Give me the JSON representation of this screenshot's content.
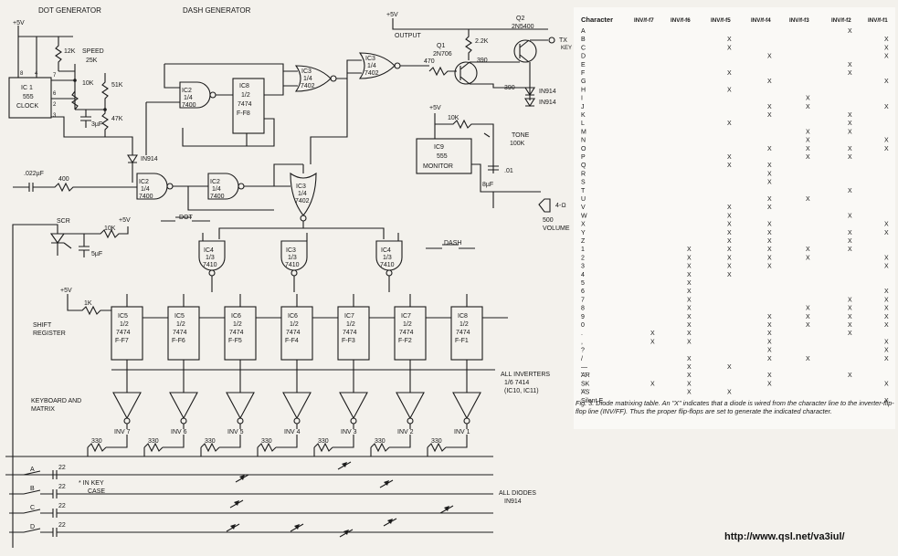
{
  "schematic": {
    "title_dot": "DOT GENERATOR",
    "title_dash": "DASH GENERATOR",
    "ic1": [
      "IC 1",
      "555",
      "CLOCK"
    ],
    "ic2a": [
      "IC2",
      "1/4",
      "7400"
    ],
    "ic2b": [
      "IC2",
      "1/4",
      "7400"
    ],
    "ic2c": [
      "IC2",
      "1/4",
      "7400"
    ],
    "ic8a": [
      "IC8",
      "1/2",
      "7474",
      "F-F8"
    ],
    "ic3a": [
      "IC3",
      "1/4",
      "7402"
    ],
    "ic3b": [
      "IC3",
      "1/4",
      "7402"
    ],
    "ic3c": [
      "IC3",
      "1/4",
      "7402"
    ],
    "ic3d": [
      "IC3",
      "1/3",
      "7410"
    ],
    "ic4a": [
      "IC4",
      "1/3",
      "7410"
    ],
    "ic4b": [
      "IC4",
      "1/3",
      "7410"
    ],
    "ic9": [
      "IC9",
      "555",
      "MONITOR"
    ],
    "q1": [
      "Q1",
      "2N706"
    ],
    "q2": [
      "Q2",
      "2N5400"
    ],
    "labels": {
      "plus5": "+5V",
      "r12k": "12K",
      "speed": "SPEED",
      "r25k": "25K",
      "r10k": "10K",
      "r51k": "51K",
      "r47k": "47K",
      "c3uf": "3µF",
      "d1": "IN914",
      "c022": ".022µF",
      "r400": "400",
      "scr": "SCR",
      "c5uf": "5µF",
      "dot": "DOT",
      "dash": "DASH",
      "output": "OUTPUT",
      "r22k": "2.2K",
      "r470": "470",
      "r390a": "390",
      "r390b": "390",
      "d2": "IN914",
      "d3": "IN914",
      "tx": "TX",
      "key": "KEY",
      "tone": "TONE",
      "r100k": "100K",
      "c01": ".01",
      "c8uf": "8µF",
      "spk": "4-Ω",
      "volume": "500",
      "volume2": "VOLUME",
      "r1k": "1K",
      "shift": "SHIFT",
      "register": "REGISTER",
      "kbd1": "KEYBOARD AND",
      "kbd2": "MATRIX",
      "inv1": "ALL INVERTERS",
      "inv2": "1/6 7414",
      "inv3": "(IC10, IC11)",
      "r330": "330",
      "c22": "22",
      "inkey1": "* IN KEY",
      "inkey2": "CASE",
      "diodes1": "ALL DIODES",
      "diodes2": "IN914",
      "keyA": "A",
      "keyB": "B",
      "keyC": "C",
      "keyD": "D"
    },
    "flipflops": [
      {
        "ic": "IC5",
        "part": "1/2",
        "type": "7474",
        "ff": "F-F7"
      },
      {
        "ic": "IC5",
        "part": "1/2",
        "type": "7474",
        "ff": "F-F6"
      },
      {
        "ic": "IC6",
        "part": "1/2",
        "type": "7474",
        "ff": "F-F5"
      },
      {
        "ic": "IC6",
        "part": "1/2",
        "type": "7474",
        "ff": "F-F4"
      },
      {
        "ic": "IC7",
        "part": "1/2",
        "type": "7474",
        "ff": "F-F3"
      },
      {
        "ic": "IC7",
        "part": "1/2",
        "type": "7474",
        "ff": "F-F2"
      },
      {
        "ic": "IC8",
        "part": "1/2",
        "type": "7474",
        "ff": "F-F1"
      }
    ],
    "inverters": [
      "INV 7",
      "INV 6",
      "INV 5",
      "INV 4",
      "INV 3",
      "INV 2",
      "INV 1"
    ]
  },
  "table": {
    "headers": [
      "Character",
      "INV/f-f7",
      "INV/f-f6",
      "INV/f-f5",
      "INV/f-f4",
      "INV/f-f3",
      "INV/f-f2",
      "INV/f-f1"
    ],
    "mark": "X",
    "rows": [
      {
        "c": "A",
        "x": [
          6
        ]
      },
      {
        "c": "B",
        "x": [
          3,
          7
        ]
      },
      {
        "c": "C",
        "x": [
          3,
          7
        ]
      },
      {
        "c": "D",
        "x": [
          4,
          7
        ]
      },
      {
        "c": "E",
        "x": [
          6
        ]
      },
      {
        "c": "F",
        "x": [
          3,
          6
        ]
      },
      {
        "c": "G",
        "x": [
          4,
          7
        ]
      },
      {
        "c": "H",
        "x": [
          3
        ]
      },
      {
        "c": "I",
        "x": [
          5
        ]
      },
      {
        "c": "J",
        "x": [
          4,
          5,
          7
        ]
      },
      {
        "c": "K",
        "x": [
          4,
          6
        ]
      },
      {
        "c": "L",
        "x": [
          3,
          6
        ]
      },
      {
        "c": "M",
        "x": [
          5,
          6
        ]
      },
      {
        "c": "N",
        "x": [
          5,
          7
        ]
      },
      {
        "c": "O",
        "x": [
          4,
          5,
          6,
          7
        ]
      },
      {
        "c": "P",
        "x": [
          3,
          5,
          6
        ]
      },
      {
        "c": "Q",
        "x": [
          3,
          4
        ]
      },
      {
        "c": "R",
        "x": [
          4
        ]
      },
      {
        "c": "S",
        "x": [
          4
        ]
      },
      {
        "c": "T",
        "x": [
          6
        ]
      },
      {
        "c": "U",
        "x": [
          4,
          5
        ]
      },
      {
        "c": "V",
        "x": [
          3,
          4
        ]
      },
      {
        "c": "W",
        "x": [
          3,
          6
        ]
      },
      {
        "c": "X",
        "x": [
          3,
          4,
          7
        ]
      },
      {
        "c": "Y",
        "x": [
          3,
          4,
          6,
          7
        ]
      },
      {
        "c": "Z",
        "x": [
          3,
          4,
          6
        ]
      },
      {
        "c": "1",
        "x": [
          2,
          3,
          4,
          5,
          6
        ]
      },
      {
        "c": "2",
        "x": [
          2,
          3,
          4,
          5,
          7
        ]
      },
      {
        "c": "3",
        "x": [
          2,
          3,
          4,
          7
        ]
      },
      {
        "c": "4",
        "x": [
          2,
          3
        ]
      },
      {
        "c": "5",
        "x": [
          2
        ]
      },
      {
        "c": "6",
        "x": [
          2,
          7
        ]
      },
      {
        "c": "7",
        "x": [
          2,
          6,
          7
        ]
      },
      {
        "c": "8",
        "x": [
          2,
          5,
          6,
          7
        ]
      },
      {
        "c": "9",
        "x": [
          2,
          4,
          5,
          6,
          7
        ]
      },
      {
        "c": "0",
        "x": [
          2,
          4,
          5,
          6,
          7
        ]
      },
      {
        "c": ".",
        "x": [
          1,
          2,
          4,
          6
        ]
      },
      {
        "c": ",",
        "x": [
          1,
          2,
          4,
          7
        ]
      },
      {
        "c": "?",
        "x": [
          4,
          7
        ]
      },
      {
        "c": "/",
        "x": [
          2,
          4,
          5,
          7
        ]
      },
      {
        "c": "—",
        "x": [
          2,
          3
        ]
      },
      {
        "c": "AR",
        "x": [
          2,
          4,
          6
        ]
      },
      {
        "c": "SK",
        "x": [
          1,
          2,
          4,
          7
        ]
      },
      {
        "c": "AS",
        "x": [
          2,
          3
        ]
      },
      {
        "c": "Silent E",
        "x": [
          7
        ]
      }
    ],
    "caption": "Fig. 3. Diode matrixing table. An \"X\" indicates that a diode is wired from the character line to the inverter-flip-flop line (INV/FF). Thus the proper flip-flops are set to generate the indicated character."
  },
  "url": "http://www.qsl.net/va3iul/"
}
